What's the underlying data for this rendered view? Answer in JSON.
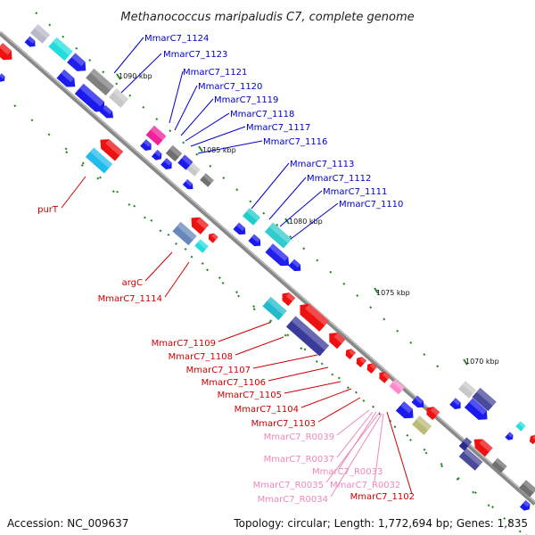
{
  "title": "Methanococcus maripaludis C7, complete genome",
  "footer": {
    "accession": "Accession: NC_009637",
    "summary": "Topology: circular; Length: 1,772,694 bp; Genes: 1,835"
  },
  "colors": {
    "backbone": "#888888",
    "cds": "#0000ff",
    "cds_alt": "#ff0000",
    "rna": "#ff88cc",
    "tick_marker": "#228822",
    "label_forward": "#0000cc",
    "label_reverse": "#cc0000",
    "label_rna": "#ee88bb"
  },
  "ticks": [
    "1090 kbp",
    "1085 kbp",
    "1080 kbp",
    "1075 kbp",
    "1070 kbp"
  ],
  "forward_labels": [
    "MmarC7_1124",
    "MmarC7_1123",
    "MmarC7_1121",
    "MmarC7_1120",
    "MmarC7_1119",
    "MmarC7_1118",
    "MmarC7_1117",
    "MmarC7_1116",
    "MmarC7_1113",
    "MmarC7_1112",
    "MmarC7_1111",
    "MmarC7_1110"
  ],
  "reverse_labels": [
    "purT",
    "argC",
    "MmarC7_1114",
    "MmarC7_1109",
    "MmarC7_1108",
    "MmarC7_1107",
    "MmarC7_1106",
    "MmarC7_1105",
    "MmarC7_1104",
    "MmarC7_1103",
    "MmarC7_1102"
  ],
  "rna_labels": [
    "MmarC7_R0039",
    "MmarC7_R0037",
    "MmarC7_R0033",
    "MmarC7_R0035",
    "MmarC7_R0032",
    "MmarC7_R0034"
  ]
}
